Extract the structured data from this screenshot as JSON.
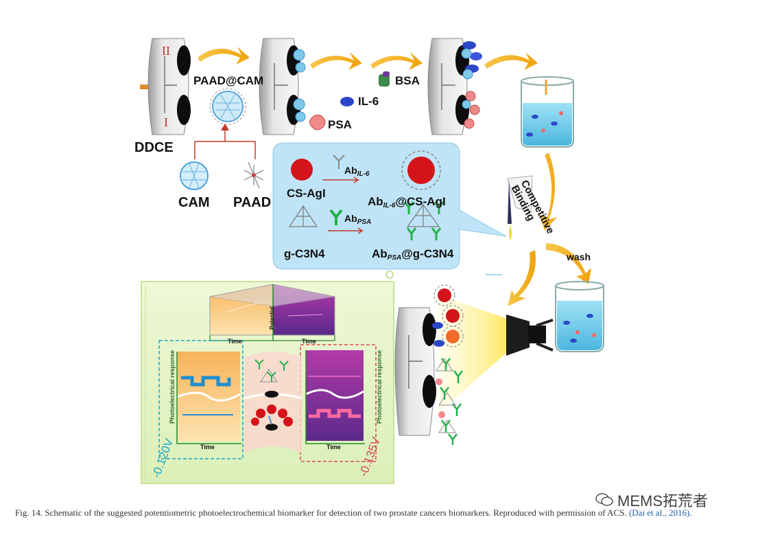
{
  "labels": {
    "ddce": "DDCE",
    "electrode_ii": "II",
    "electrode_i": "I",
    "paad_cam": "PAAD@CAM",
    "cam": "CAM",
    "paad": "PAAD",
    "il6": "IL-6",
    "bsa": "BSA",
    "psa": "PSA",
    "competitive_binding": "Competitive Binding",
    "wash": "wash"
  },
  "inset": {
    "cs_agi": "CS-AgI",
    "ab_il6": "Ab",
    "ab_il6_sub": "IL-6",
    "ab_il6_product": "@CS-AgI",
    "g_c3n4": "g-C3N4",
    "ab_psa": "Ab",
    "ab_psa_sub": "PSA",
    "ab_psa_product": "@g-C3N4"
  },
  "pec_panel": {
    "y_label_left": "Photoelectrical response",
    "y_label_right": "Photoelectrical response",
    "x_label_left": "Time",
    "x_label_right": "Time",
    "top_x_left": "Time",
    "top_x_right": "Time",
    "top_mid": "Potential",
    "voltage_left": "-0.120V",
    "voltage_right": "-0.135V"
  },
  "caption": {
    "text": "Fig. 14. Schematic of the suggested potentiometric photoelectrochemical biomarker for detection of two prostate cancers biomarkers. Reproduced with permission of ACS.",
    "citation": "(Dai et al., 2016)."
  },
  "watermark": "MEMS拓荒者",
  "colors": {
    "arrow": "#f2a818",
    "electrode_body": "#d9d9d9",
    "inset_bg": "#bfe4f7",
    "panel_bg": "#e8f5c8",
    "cyan_dash": "#1aa6c8",
    "red_dash": "#d94a5a"
  }
}
